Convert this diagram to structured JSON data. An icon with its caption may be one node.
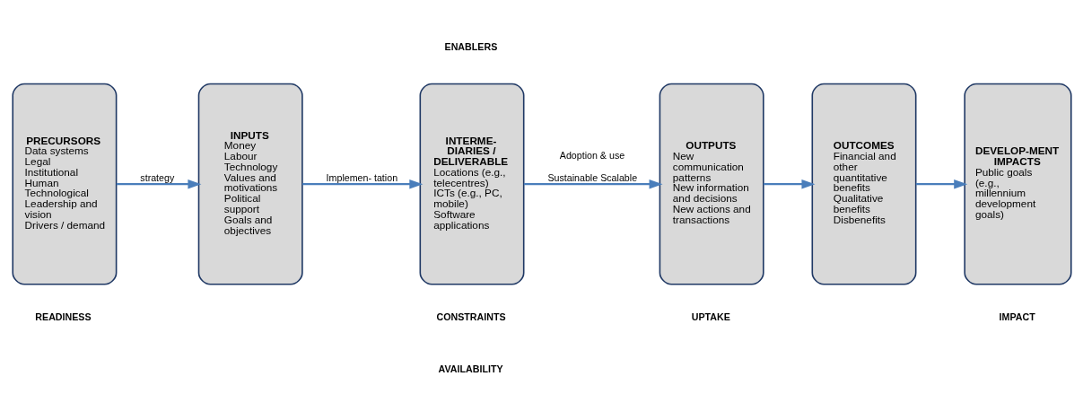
{
  "diagram": {
    "nodes": [
      {
        "text": [
          "PRECURSORS",
          "Data systems",
          "Legal",
          "Institutional",
          "Human",
          "Technological",
          "Leadership and vision",
          "Drivers / demand"
        ]
      },
      {
        "text": [
          "INPUTS",
          "Money",
          "Labour",
          "Technology",
          "Values and motivations",
          "Political support",
          "Goals and objectives"
        ]
      },
      {
        "text": [
          "INTERME- DIARIES / DELIVERABLE",
          "Locations (e.g., telecentres)",
          "ICTs (e.g., PC, mobile)",
          "Software applications"
        ]
      },
      {
        "text": [
          "OUTPUTS",
          "New communication patterns",
          "New information and decisions",
          "New actions and transactions"
        ]
      },
      {
        "text": [
          "OUTCOMES",
          "Financial and other quantitative benefits",
          "Qualitative benefits",
          "Disbenefits"
        ]
      },
      {
        "text": [
          "DEVELOP-MENT IMPACTS",
          "Public goals",
          "(e.g., millennium development goals)"
        ]
      }
    ],
    "edges": [
      {
        "from": 0,
        "to": 1,
        "arrow": "to",
        "label": "strategy"
      },
      {
        "from": 1,
        "to": 2,
        "arrow": "to",
        "label": "Implemen- tation"
      },
      {
        "from": 2,
        "to": 3,
        "arrow": "to",
        "label": "Adoption & use"
      },
      {
        "from": 3,
        "to": 4,
        "arrow": "to"
      },
      {
        "from": 4,
        "to": 5,
        "arrow": "to"
      }
    ],
    "labels": [
      "ENABLERS",
      "Sustainable Scalable",
      "CONSTRAINTS",
      "READINESS",
      "AVAILABILITY",
      "UPTAKE",
      "IMPACT"
    ]
  }
}
